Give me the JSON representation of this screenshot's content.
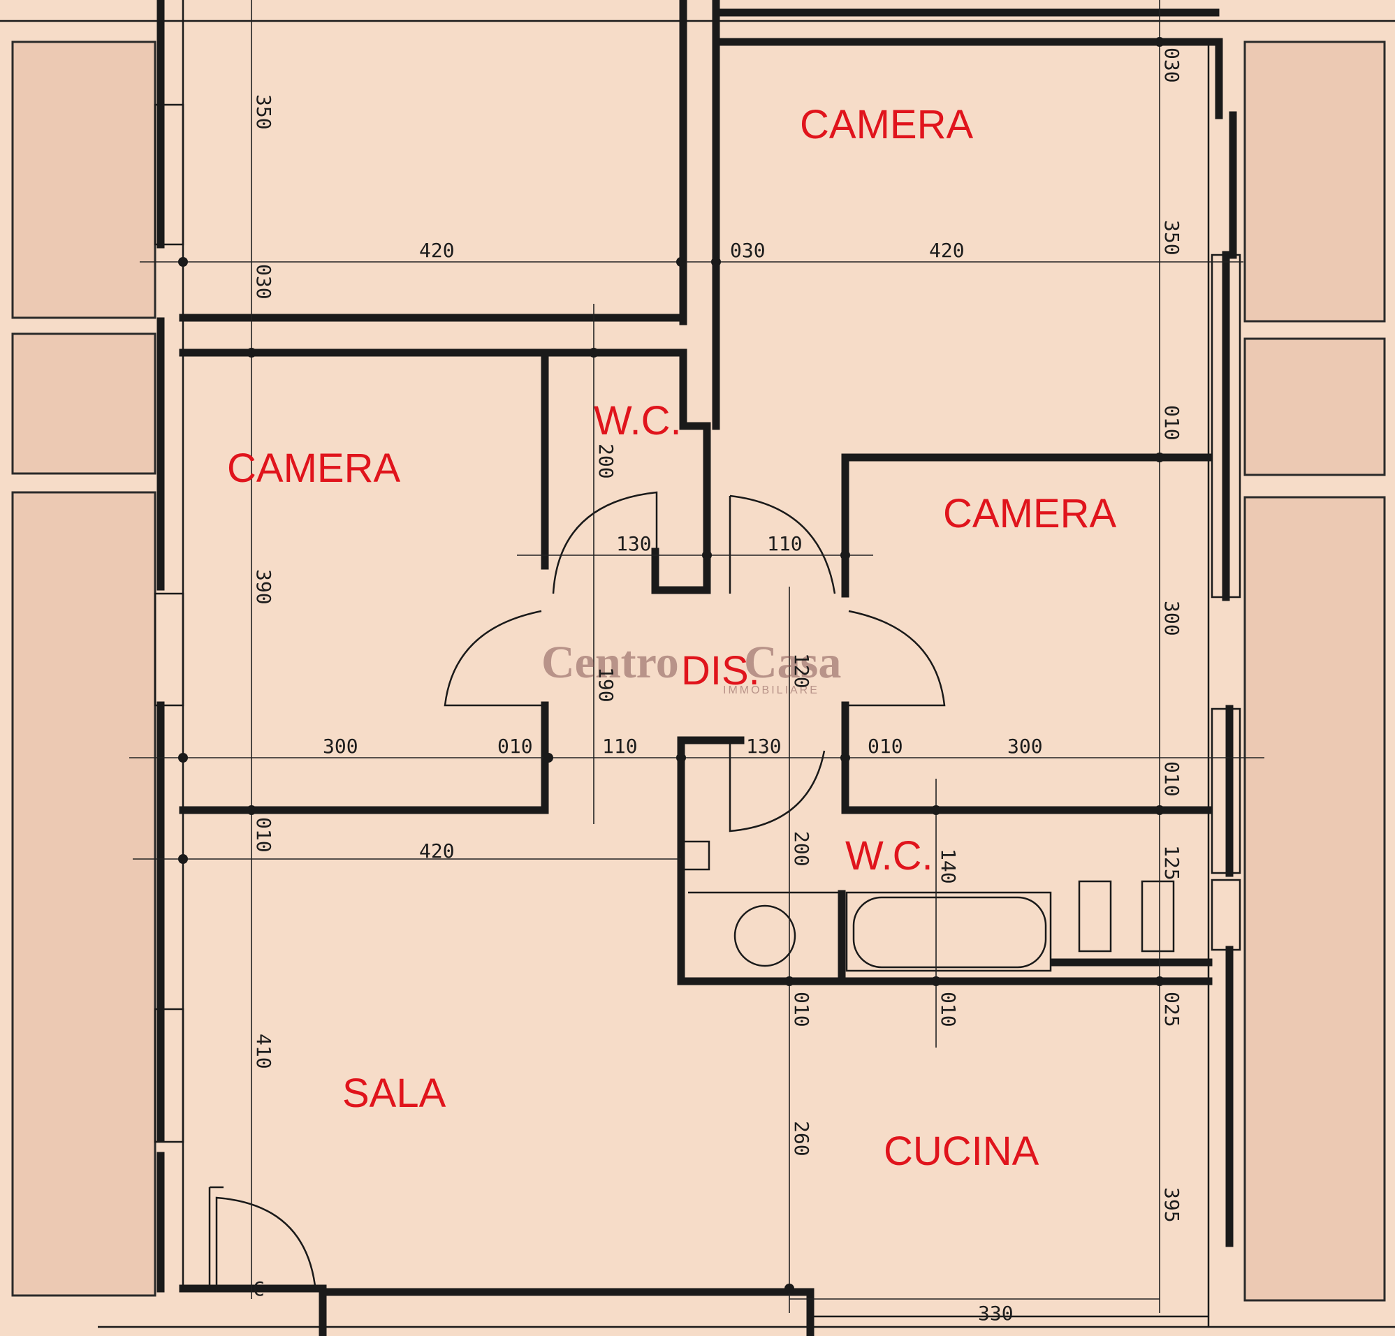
{
  "rooms": {
    "camera_top": "CAMERA",
    "camera_left": "CAMERA",
    "camera_right": "CAMERA",
    "wc_top": "W.C.",
    "wc_bottom": "W.C.",
    "disimpegno": "DIS.",
    "sala": "SALA",
    "cucina": "CUCINA"
  },
  "dimensions": {
    "d_350_left": "350",
    "d_030_left": "030",
    "d_420_top_left": "420",
    "d_030_mid": "030",
    "d_420_top_right": "420",
    "d_030_right_top": "030",
    "d_350_right": "350",
    "d_010_right_a": "010",
    "d_200_wc": "200",
    "d_130_top": "130",
    "d_110_top": "110",
    "d_390": "390",
    "d_190": "190",
    "d_120": "120",
    "d_300_right": "300",
    "d_300_left": "300",
    "d_010_a": "010",
    "d_110_b": "110",
    "d_130_b": "130",
    "d_010_b": "010",
    "d_300_b": "300",
    "d_010_right_b": "010",
    "d_010_left": "010",
    "d_420_mid": "420",
    "d_200_b": "200",
    "d_140": "140",
    "d_125": "125",
    "d_010_c": "010",
    "d_010_d": "010",
    "d_025": "025",
    "d_410": "410",
    "d_260": "260",
    "d_395": "395",
    "d_330": "330"
  },
  "watermark": {
    "brand_a": "Centro",
    "brand_b": "Casa",
    "sub": "IMMOBILIARE"
  },
  "symbols": {
    "c_mark": "C"
  }
}
